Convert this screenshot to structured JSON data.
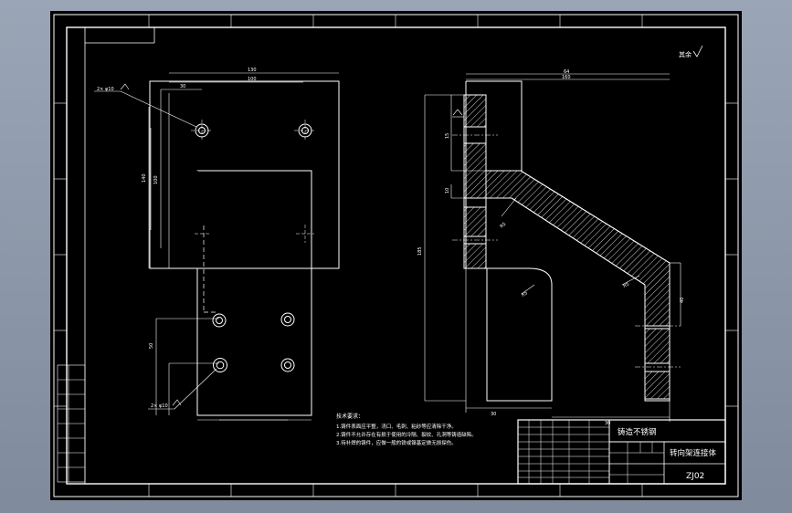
{
  "drawing": {
    "roughness_note": "其余",
    "material": "铸造不锈钢",
    "part_name": "转向架连接体",
    "drawing_number": "ZJ02",
    "tech_req_title": "技术要求：",
    "tech_req_lines": [
      "1.铸件表面应平整，浇口、毛刺、粘砂等应清除干净。",
      "2.铸件不允许存在有损于使用的冷隔、裂纹、孔洞等铸造缺陷。",
      "3.待补焊的铸件，应做一般的铁或镍基定做无损探伤。"
    ]
  },
  "colors": {
    "background": "#000000",
    "line": "#ffffff",
    "workspace": "#8e9aab"
  }
}
